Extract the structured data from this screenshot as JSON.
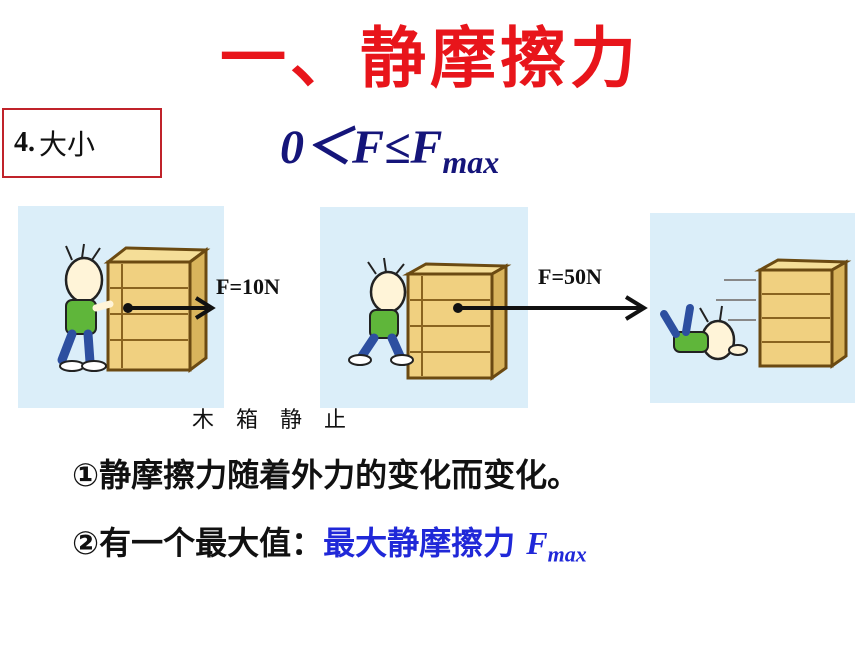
{
  "title": "一、静摩擦力",
  "section_label": {
    "number": "4.",
    "text": "大小"
  },
  "formula": {
    "main": "0＜F≤F",
    "subscript": "max"
  },
  "forces": {
    "left": "F=10N",
    "right": "F=50N"
  },
  "caption": "木箱静止",
  "points": {
    "one": "①静摩擦力随着外力的变化而变化。",
    "two_prefix": "②有一个最大值：",
    "two_highlight": "最大静摩擦力",
    "two_symbol": "F",
    "two_subscript": "max"
  },
  "colors": {
    "title": "#e8151b",
    "highlight": "#2028d8",
    "formula": "#15157a",
    "panel": "#dbeef9",
    "crate": "#f0d080"
  }
}
